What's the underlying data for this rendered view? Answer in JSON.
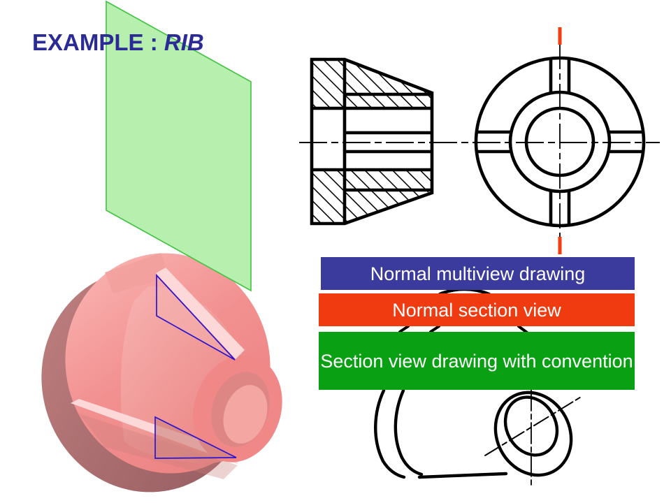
{
  "slide": {
    "title": {
      "main": "EXAMPLE",
      "separator": " : ",
      "emphasis": "RIB"
    }
  },
  "banners": [
    {
      "id": "normal-multiview",
      "label": "Normal multiview drawing",
      "color": "#3b3a9d"
    },
    {
      "id": "normal-section",
      "label": "Normal section view",
      "color": "#f03b10"
    },
    {
      "id": "section-convention",
      "label": "Section view drawing with convention",
      "color": "#0aa014"
    }
  ],
  "colors": {
    "title_text": "#2b2b96",
    "banner_text": "#ffffff",
    "banner_blue": "#3b3a9d",
    "banner_red": "#f03b10",
    "banner_green": "#0aa014",
    "drawing_line": "#000000",
    "cutting_plane_fill": "#b6efae",
    "cutting_plane_stroke": "#41c341",
    "cutting_plane_mark_red": "#f63b0e",
    "rib_outline_blue": "#2a14cf",
    "part_pink": "#f08888",
    "part_rim_dark": "#aa6a6a",
    "rib_highlight_pink": "#fcd9d8"
  },
  "figures": {
    "cutting_plane": {
      "name": "green cutting plane through rib"
    },
    "part_3d": {
      "name": "pink shaded 3D cone part with two ribs outlined in blue"
    },
    "section_view": {
      "name": "sectioned front view with 45-degree hatching"
    },
    "circular_view": {
      "name": "circular side view with rib edges and red cutting-plane marks"
    },
    "pictorial_outline": {
      "name": "black outline pictorial of part, partly hidden behind labels"
    }
  }
}
